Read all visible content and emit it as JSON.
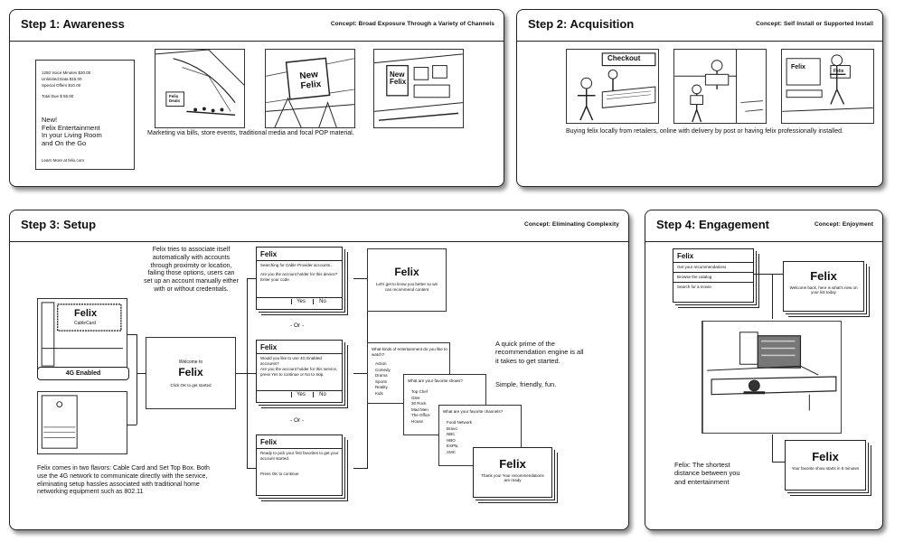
{
  "step1": {
    "title": "Step 1: Awareness",
    "concept": "Concept: Broad Exposure Through a Variety of Channels",
    "bill_lines": [
      "1250 Voice Minutes   $30.00",
      "Unlimited Data   $15.00",
      "Special Offers   $10.00",
      "Total Due   $ 55.00"
    ],
    "ad_text": "New!\nFelix Entertainment\nIn your Living Room\nand On the Go",
    "ad_footer": "Learn More at felix.com",
    "sign_text": "Felix\nDeals",
    "sketch2_text": "New\nFelix",
    "sketch3_text": "New\nFelix",
    "caption": "Marketing via bills, store events, traditional media and focal POP material."
  },
  "step2": {
    "title": "Step 2: Acquisition",
    "concept": "Concept: Self Install or Supported Install",
    "checkout_text": "Checkout",
    "felix_sign": "Felix",
    "felix_sign2": "Felix",
    "caption": "Buying felix locally from retailers, online with delivery by post or having felix professionally installed."
  },
  "step3": {
    "title": "Step 3: Setup",
    "concept": "Concept: Eliminating Complexity",
    "intro": "Felix tries to associate itself automatically with accounts through proximity or location, failing those options, users can set up an account manually either with or without credentials.",
    "cablecard_label": "Felix",
    "cablecard_sub": "CableCard",
    "badge": "4G Enabled",
    "welcome_top": "Welcome to",
    "welcome_brand": "Felix",
    "welcome_sub": "Click OK to get started",
    "card1": {
      "head": "Felix",
      "q": "Searching for Cable Provider accounts...",
      "body": "Are you the account holder for this device? Enter your code.",
      "yes": "Yes",
      "no": "No"
    },
    "card2": {
      "head": "Felix",
      "q": "Would you like to use 4G Enabled accounts?",
      "body": "Are you the account holder for this service, press Yes to continue or No to skip.",
      "yes": "Yes",
      "no": "No"
    },
    "card3": {
      "head": "Felix",
      "q": "Ready to pick your first favorites to get your account started.",
      "body": "Press OK to continue"
    },
    "or1": "- Or -",
    "or2": "- Or -",
    "top_felix": {
      "brand": "Felix",
      "sub": "Let's get to know you better so we can recommend content"
    },
    "q1": {
      "title": "What kinds of entertainment do you like to watch?",
      "items": [
        "Action",
        "Comedy",
        "Drama",
        "Sports",
        "Reality",
        "Kids"
      ]
    },
    "q2": {
      "title": "What are your favorite shows?",
      "items": [
        "Top Chef",
        "Glee",
        "30 Rock",
        "Mad Men",
        "The Office",
        "House"
      ]
    },
    "q3": {
      "title": "What are your favorite channels?",
      "items": [
        "Food Network",
        "Bravo",
        "NBC",
        "HBO",
        "ESPN",
        "AMC"
      ]
    },
    "end_felix": {
      "brand": "Felix",
      "sub": "Thank you! Your recommendations are ready"
    },
    "reco_caption": "A quick prime of the recommendation engine is all it takes to get started.",
    "reco_caption2": "Simple, friendly, fun.",
    "bottom_caption": "Felix comes in two flavors: Cable Card and Set Top Box. Both use the 4G network to communicate directly with the service, eliminating setup hassles associated with traditional home networking equipment such as 802.11"
  },
  "step4": {
    "title": "Step 4: Engagement",
    "concept": "Concept: Enjoyment",
    "menu_head": "Felix",
    "menu_items": [
      "Get your recommendations",
      "Browse the catalog",
      "Search for a movie"
    ],
    "top_card": {
      "brand": "Felix",
      "sub": "Welcome back, here is what's new on your list today"
    },
    "bottom_card": {
      "brand": "Felix",
      "sub": "Your favorite show starts in 5 minutes"
    },
    "caption": "Felix: The shortest distance between you and entertainment"
  }
}
